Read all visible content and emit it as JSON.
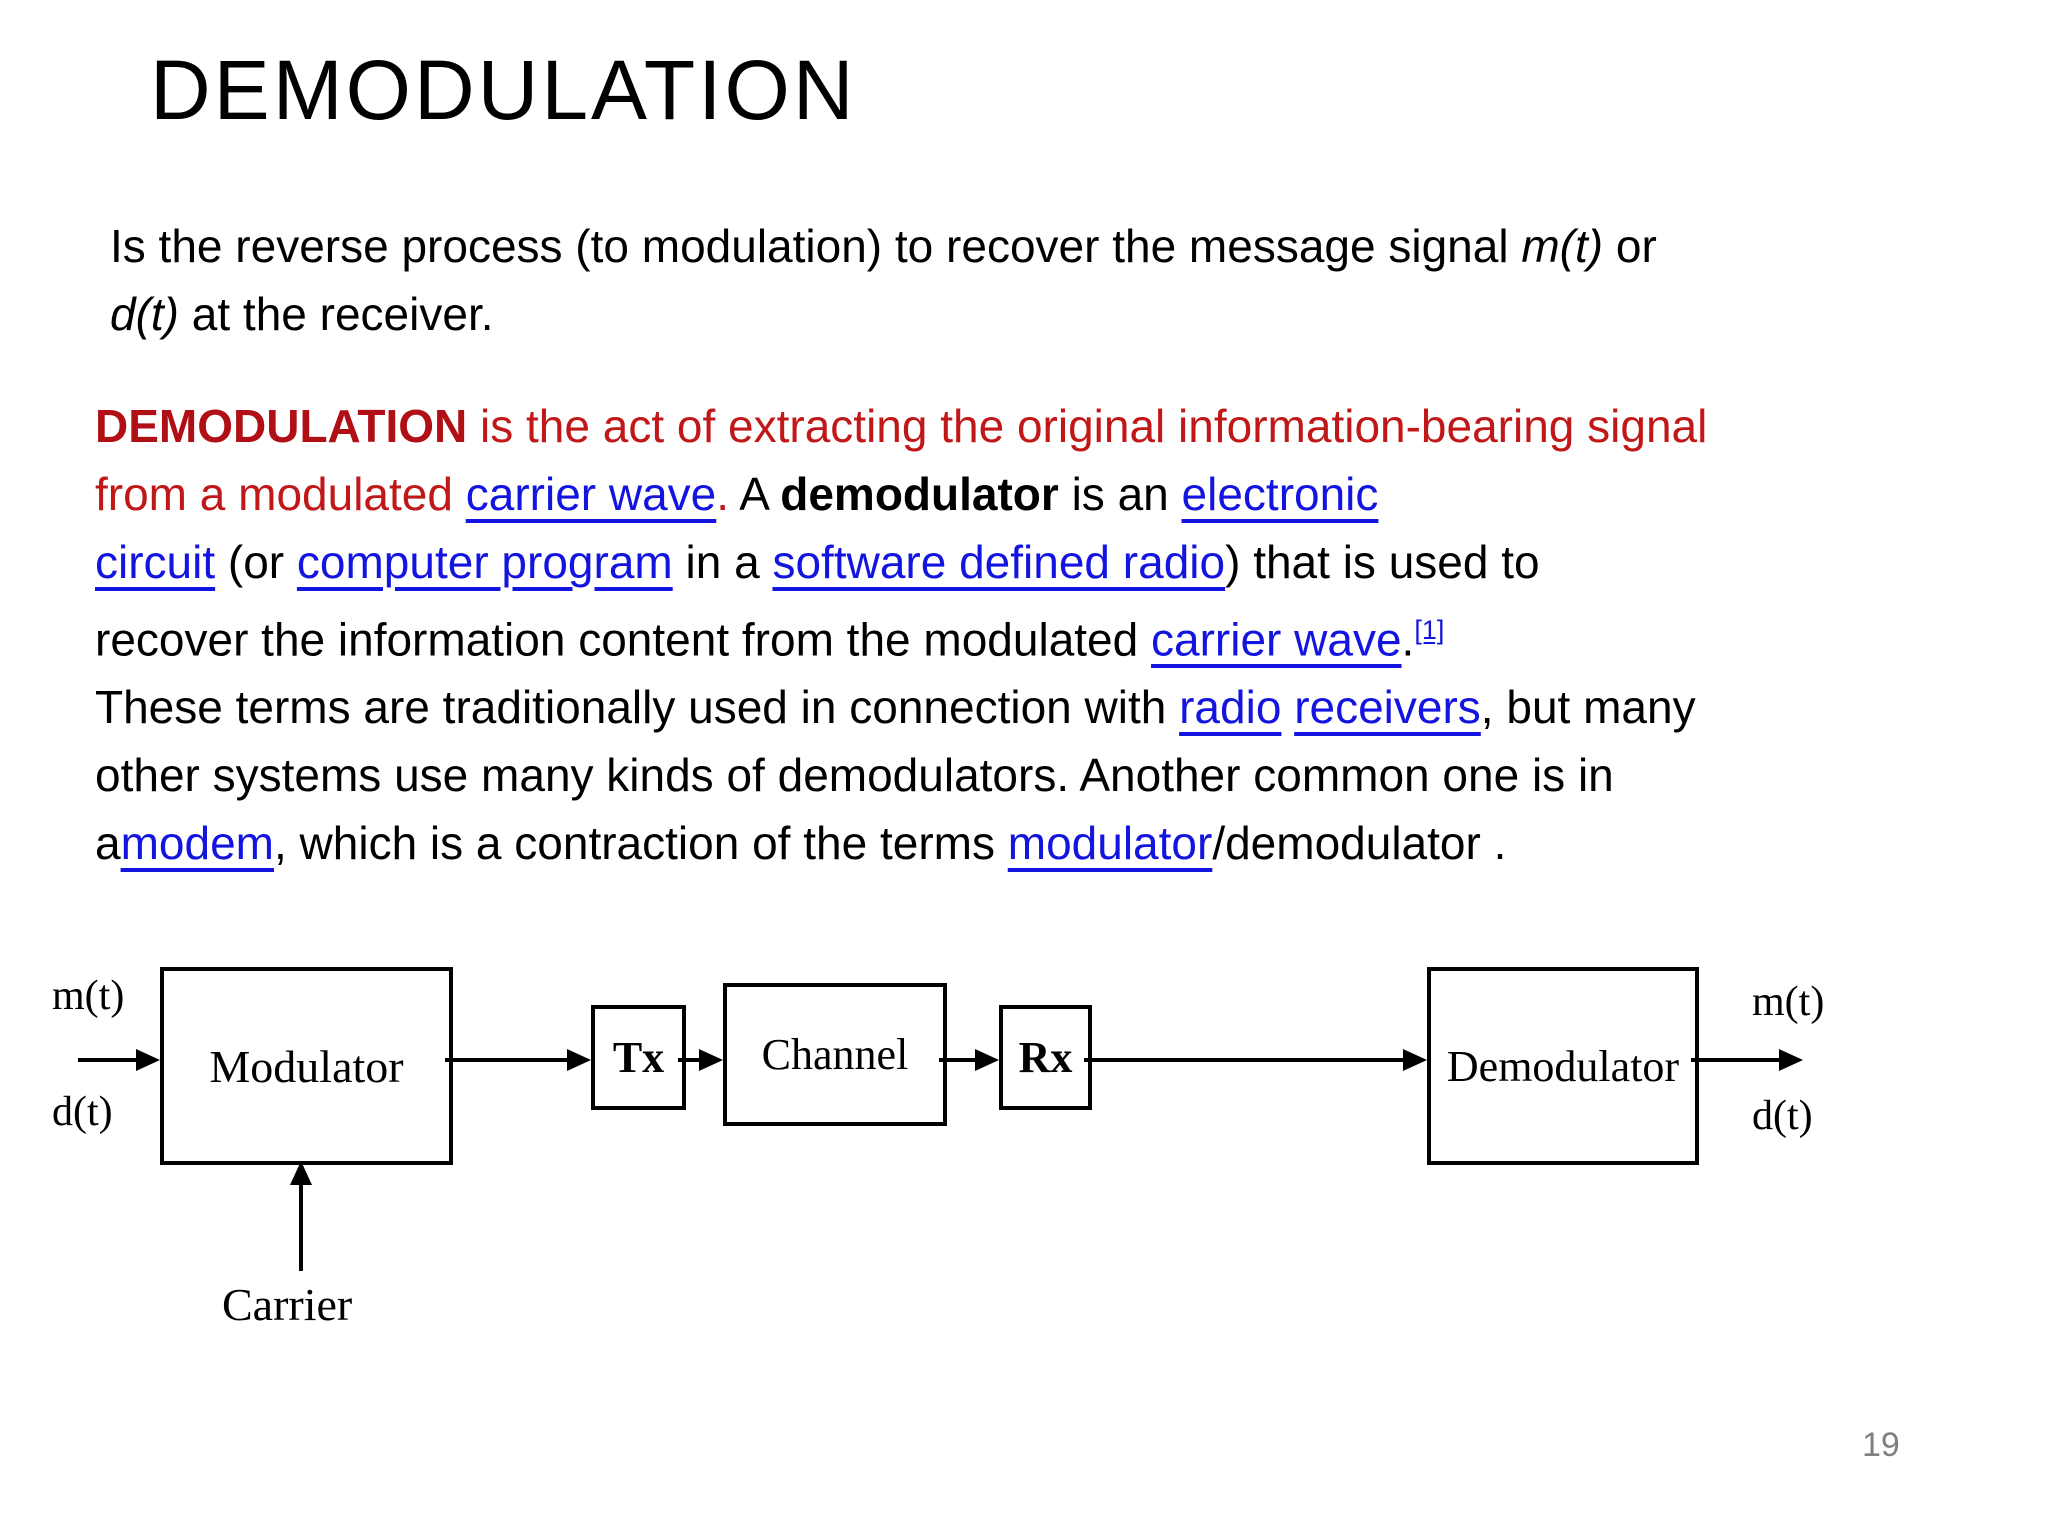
{
  "title": "DEMODULATION",
  "intro": {
    "lines": [
      [
        {
          "t": "Is the reverse process (to modulation) to recover the message signal ",
          "s": "p"
        },
        {
          "t": "m(t)",
          "s": "i"
        },
        {
          "t": " or",
          "s": "p"
        }
      ],
      [
        {
          "t": "d(t)",
          "s": "i"
        },
        {
          "t": " at the receiver.",
          "s": "p"
        }
      ]
    ]
  },
  "body": {
    "lines": [
      [
        {
          "t": "DEMODULATION",
          "s": "rb"
        },
        {
          "t": " is the act of extracting the original information-bearing signal",
          "s": "r"
        }
      ],
      [
        {
          "t": "from a modulated ",
          "s": "r"
        },
        {
          "t": "carrier wave",
          "s": "a"
        },
        {
          "t": ". ",
          "s": "r"
        },
        {
          "t": "A ",
          "s": "p"
        },
        {
          "t": "demodulator",
          "s": "b"
        },
        {
          "t": " is an ",
          "s": "p"
        },
        {
          "t": "electronic",
          "s": "a"
        }
      ],
      [
        {
          "t": "circuit",
          "s": "a"
        },
        {
          "t": " (or ",
          "s": "p"
        },
        {
          "t": "computer program",
          "s": "a"
        },
        {
          "t": " in a ",
          "s": "p"
        },
        {
          "t": "software defined radio",
          "s": "a"
        },
        {
          "t": ") that is used to",
          "s": "p"
        }
      ],
      [
        {
          "t": "recover the information content from the modulated ",
          "s": "p"
        },
        {
          "t": "carrier wave",
          "s": "a"
        },
        {
          "t": ".",
          "s": "p"
        },
        {
          "t": "[1]",
          "s": "sup"
        }
      ],
      [
        {
          "t": "These terms are traditionally used in connection with ",
          "s": "p"
        },
        {
          "t": "radio",
          "s": "a"
        },
        {
          "t": " ",
          "s": "p"
        },
        {
          "t": "receivers",
          "s": "a"
        },
        {
          "t": ", but many",
          "s": "p"
        }
      ],
      [
        {
          "t": "other systems use many kinds of demodulators. Another common one is in",
          "s": "p"
        }
      ],
      [
        {
          "t": "a",
          "s": "p"
        },
        {
          "t": "modem",
          "s": "a"
        },
        {
          "t": ", which is a contraction of the terms ",
          "s": "p"
        },
        {
          "t": "modulator",
          "s": "a"
        },
        {
          "t": "/demodulator .",
          "s": "p"
        }
      ]
    ]
  },
  "diagram": {
    "input_labels": {
      "top": "m(t)",
      "bottom": "d(t)"
    },
    "output_labels": {
      "top": "m(t)",
      "bottom": "d(t)"
    },
    "carrier_label": "Carrier",
    "blocks": [
      {
        "label": "Modulator"
      },
      {
        "label": "Tx"
      },
      {
        "label": "Channel"
      },
      {
        "label": "Rx"
      },
      {
        "label": "Demodulator"
      }
    ]
  },
  "page_number": "19",
  "colors": {
    "background": "#ffffff",
    "text": "#000000",
    "red_bold": "#b00f15",
    "red": "#c01818",
    "hyperlink": "#1414e0",
    "page_number": "#808080"
  }
}
